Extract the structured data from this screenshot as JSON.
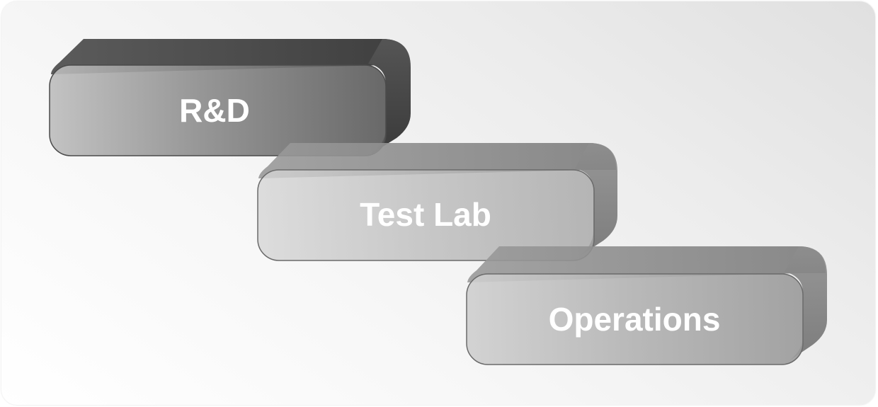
{
  "blocks": [
    {
      "label": "R&D"
    },
    {
      "label": "Test Lab"
    },
    {
      "label": "Operations"
    }
  ]
}
